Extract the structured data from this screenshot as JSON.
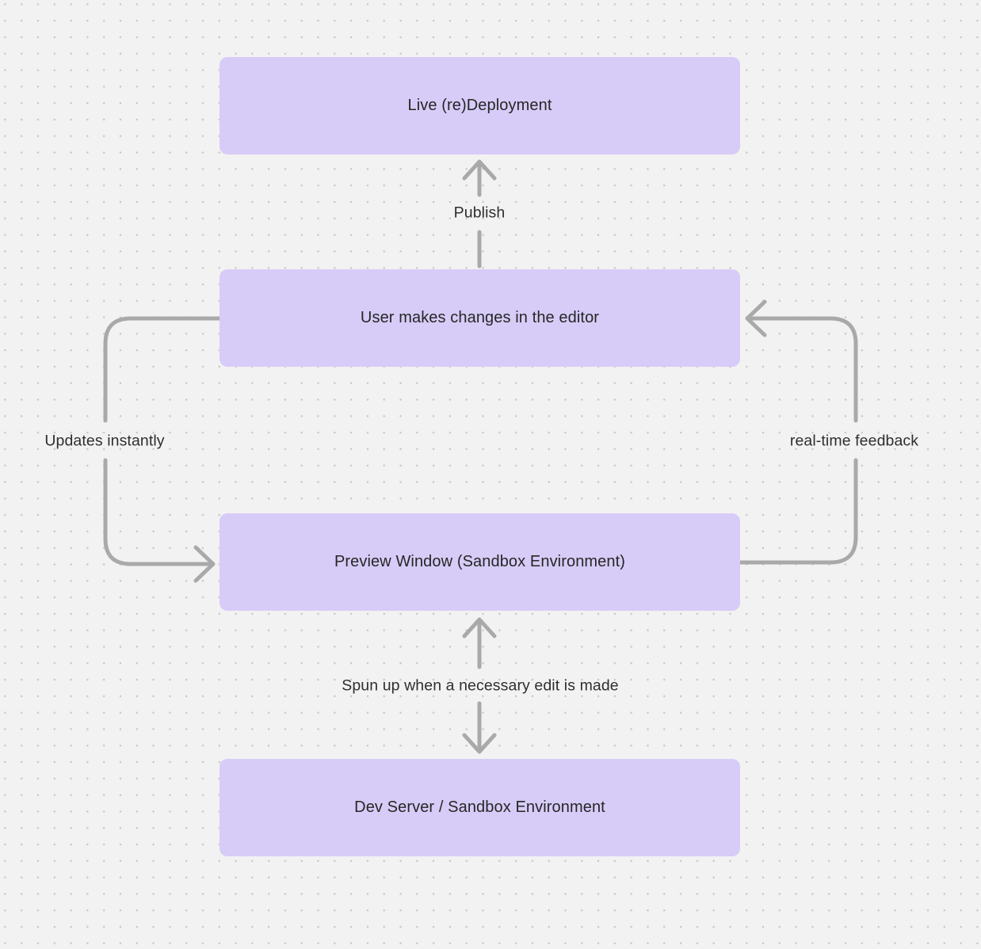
{
  "diagram": {
    "title": "Editor / preview deployment flow",
    "nodes": [
      {
        "id": "live-redeployment",
        "label": "Live (re)Deployment"
      },
      {
        "id": "user-editor",
        "label": "User makes changes in the editor"
      },
      {
        "id": "preview-window",
        "label": "Preview Window (Sandbox Environment)"
      },
      {
        "id": "dev-server",
        "label": "Dev Server / Sandbox Environment"
      }
    ],
    "edges": [
      {
        "id": "publish",
        "from": "user-editor",
        "to": "live-redeployment",
        "label": "Publish",
        "style": "straight-up-arrow"
      },
      {
        "id": "updates",
        "from": "user-editor",
        "to": "preview-window",
        "label": "Updates instantly",
        "style": "left-loop-arrow"
      },
      {
        "id": "feedback",
        "from": "preview-window",
        "to": "user-editor",
        "label": "real-time feedback",
        "style": "right-loop-arrow"
      },
      {
        "id": "spun-up",
        "from": "dev-server",
        "to": "preview-window",
        "label": "Spun up when a necessary edit is made",
        "style": "bidirectional-arrow"
      }
    ],
    "colors": {
      "node_fill": "#d7ccf7",
      "arrow": "#a9a9a9",
      "text": "#262626",
      "background": "#f2f2f2",
      "grid_dot": "#c7c7c7"
    }
  }
}
